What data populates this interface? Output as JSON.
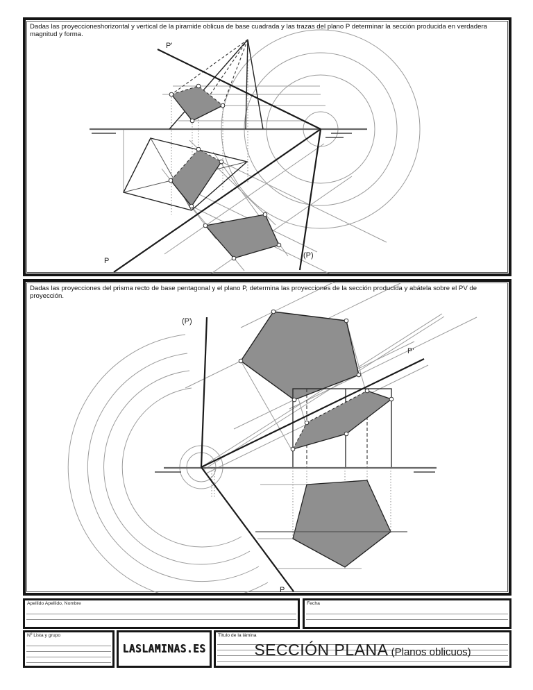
{
  "panel1": {
    "instructions": "Dadas las proyeccioneshorizontal y vertical de la piramide oblicua de base cuadrada y las trazas del plano P determinar la sección producida en verdadera magnitud y forma.",
    "labels": {
      "p_prime": "P'",
      "p": "P",
      "p_abatida": "(P)"
    }
  },
  "panel2": {
    "instructions": "Dadas las proyecciones del prisma recto de base pentagonal y el plano P, determina las proyecciones de la sección producida y abátela sobre el PV de proyección.",
    "labels": {
      "p_abatida": "(P)",
      "p_prime": "P'",
      "p": "P"
    }
  },
  "form": {
    "name_label": "Apellido Apellido, Nombre",
    "date_label": "Fecha",
    "list_label": "Nº Lista y grupo",
    "logo_text": "LASLAMINAS.ES",
    "sheet_title_label": "Título de la lámina",
    "sheet_title_main": "SECCIÓN PLANA",
    "sheet_title_sub": " (Planos oblicuos)"
  },
  "colors": {
    "section_fill": "#8f8f8f",
    "construction": "#9b9b9b",
    "dark_line": "#222222",
    "ground_line": "#666666"
  }
}
